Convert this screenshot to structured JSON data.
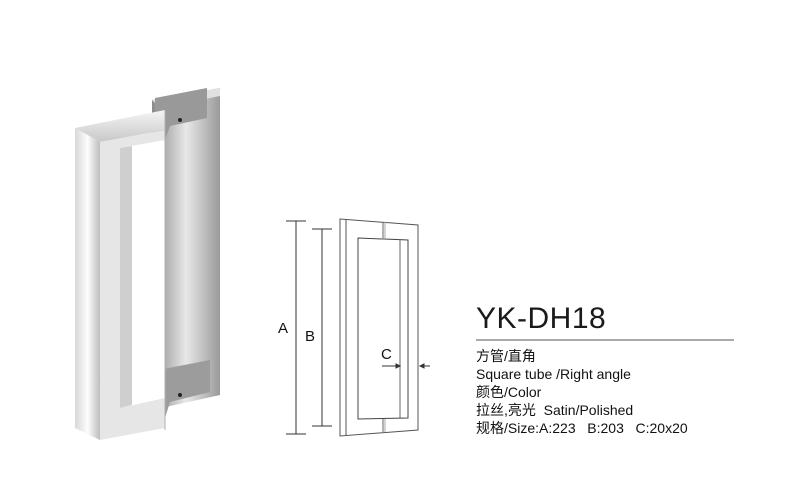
{
  "product": {
    "model": "YK-DH18",
    "specs": [
      "方管/直角",
      "Square tube /Right angle",
      "颜色/Color",
      "拉丝,亮光  Satin/Polished",
      "规格/Size:A:223   B:203   C:20x20"
    ]
  },
  "diagram": {
    "label_a": "A",
    "label_b": "B",
    "label_c": "C"
  }
}
